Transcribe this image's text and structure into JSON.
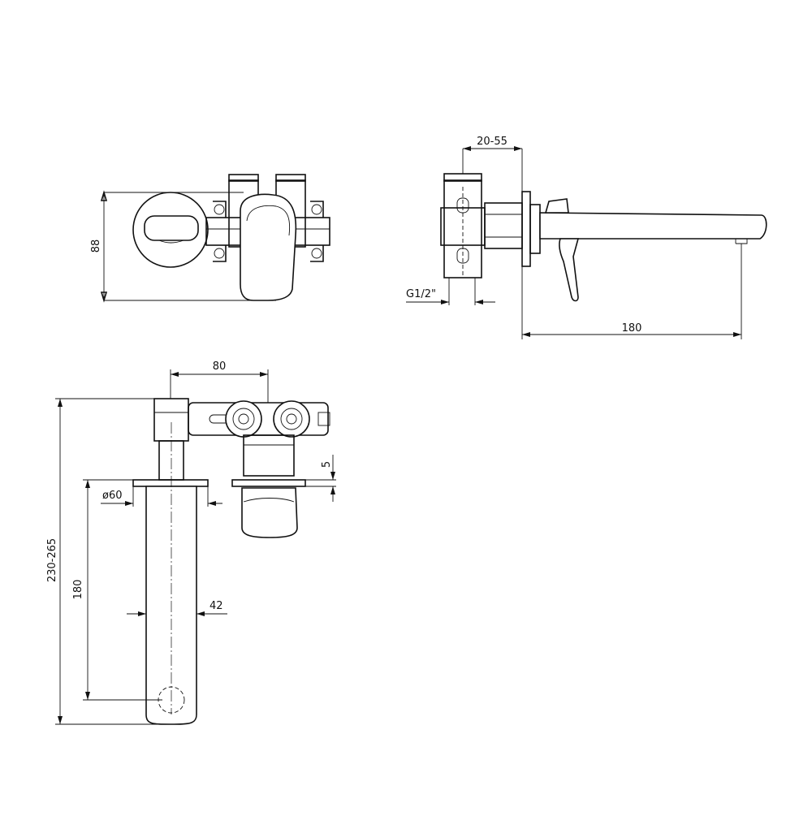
{
  "dimensions": {
    "front_height": "88",
    "side_wall_depth": "20-55",
    "side_thread": "G1/2\"",
    "side_spout_reach": "180",
    "top_center_distance": "80",
    "top_flange_offset": "5",
    "top_flange_diameter": "ø60",
    "top_total_length": "230-265",
    "top_spout_length": "180",
    "top_spout_width": "42"
  }
}
